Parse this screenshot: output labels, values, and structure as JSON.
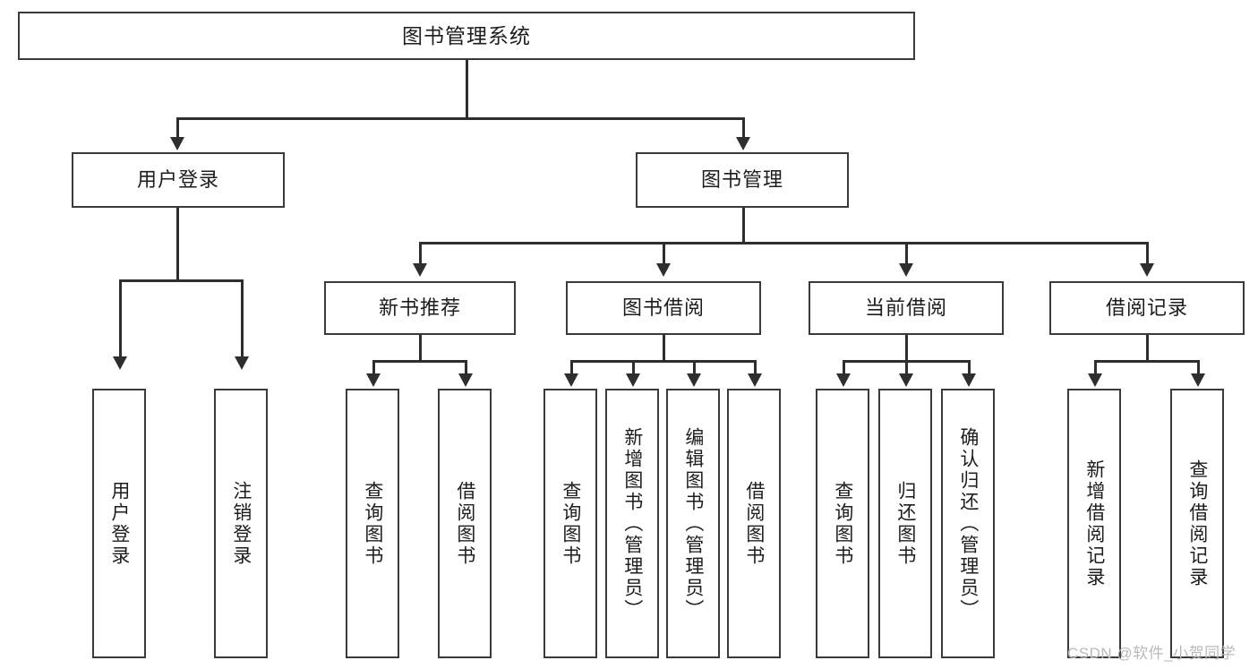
{
  "diagram": {
    "title": "图书管理系统",
    "type": "tree",
    "root": {
      "id": "root",
      "label": "图书管理系统",
      "orientation": "horizontal"
    },
    "level2": [
      {
        "id": "user-login",
        "label": "用户登录",
        "orientation": "horizontal"
      },
      {
        "id": "book-manage",
        "label": "图书管理",
        "orientation": "horizontal"
      }
    ],
    "level3": [
      {
        "id": "new-book-recommend",
        "label": "新书推荐",
        "parent": "book-manage",
        "orientation": "horizontal"
      },
      {
        "id": "book-borrow",
        "label": "图书借阅",
        "parent": "book-manage",
        "orientation": "horizontal"
      },
      {
        "id": "current-borrow",
        "label": "当前借阅",
        "parent": "book-manage",
        "orientation": "horizontal"
      },
      {
        "id": "borrow-record",
        "label": "借阅记录",
        "parent": "book-manage",
        "orientation": "horizontal"
      }
    ],
    "leaves": {
      "user-login": [
        {
          "id": "leaf-user-login",
          "label": "用户登录"
        },
        {
          "id": "leaf-logout",
          "label": "注销登录"
        }
      ],
      "new-book-recommend": [
        {
          "id": "leaf-query-book-1",
          "label": "查询图书"
        },
        {
          "id": "leaf-borrow-book-1",
          "label": "借阅图书"
        }
      ],
      "book-borrow": [
        {
          "id": "leaf-query-book-2",
          "label": "查询图书"
        },
        {
          "id": "leaf-add-book",
          "label": "新增图书（管理员）"
        },
        {
          "id": "leaf-edit-book",
          "label": "编辑图书（管理员）"
        },
        {
          "id": "leaf-borrow-book-2",
          "label": "借阅图书"
        }
      ],
      "current-borrow": [
        {
          "id": "leaf-query-book-3",
          "label": "查询图书"
        },
        {
          "id": "leaf-return-book",
          "label": "归还图书"
        },
        {
          "id": "leaf-confirm-return",
          "label": "确认归还（管理员）"
        }
      ],
      "borrow-record": [
        {
          "id": "leaf-add-record",
          "label": "新增借阅记录"
        },
        {
          "id": "leaf-query-record",
          "label": "查询借阅记录"
        }
      ]
    }
  },
  "watermark": {
    "text": "CSDN @软件_小贺同学"
  },
  "colors": {
    "box_border": "#3a3a3a",
    "line": "#2e2e2e",
    "text": "#1d1d1d",
    "background": "#ffffff",
    "watermark": "#b9b9b9"
  }
}
